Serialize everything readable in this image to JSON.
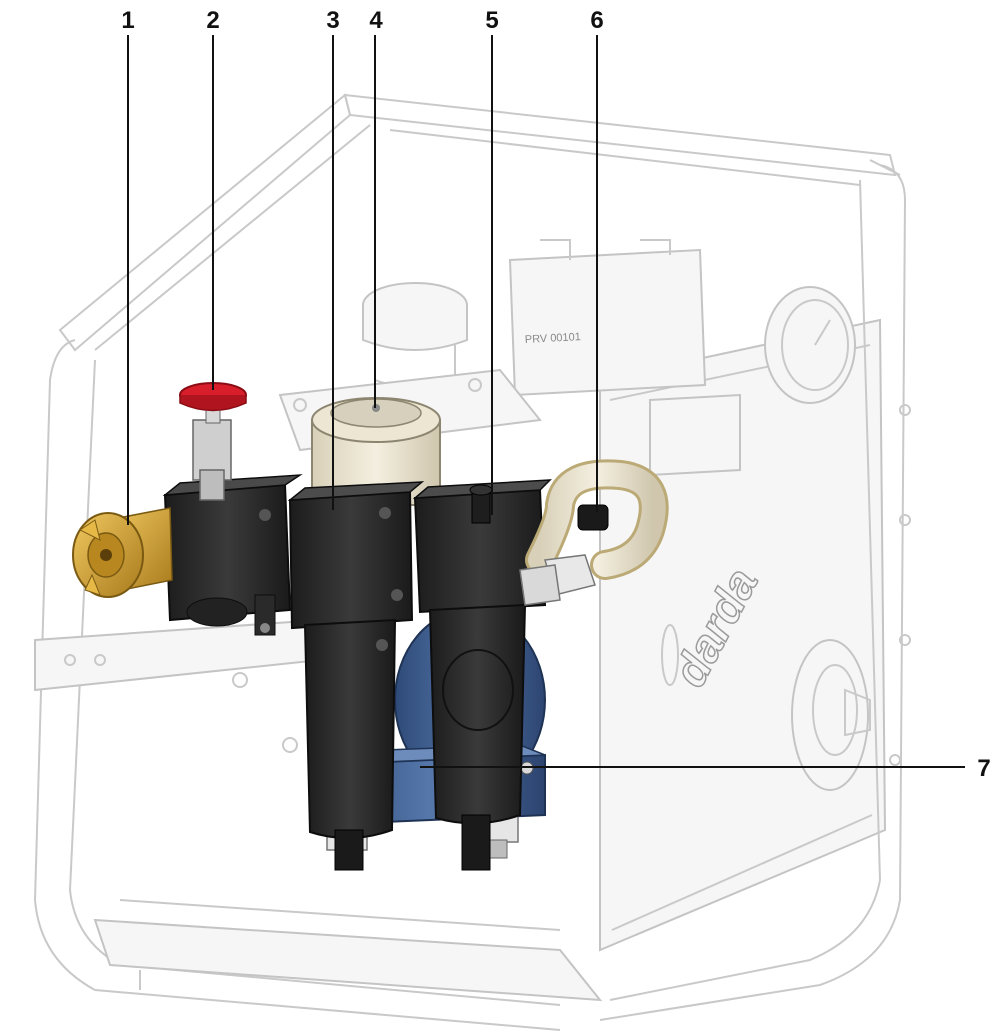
{
  "callouts": [
    {
      "id": "1",
      "label": "1"
    },
    {
      "id": "2",
      "label": "2"
    },
    {
      "id": "3",
      "label": "3"
    },
    {
      "id": "4",
      "label": "4"
    },
    {
      "id": "5",
      "label": "5"
    },
    {
      "id": "6",
      "label": "6"
    },
    {
      "id": "7",
      "label": "7"
    }
  ],
  "plate_text": "PRV 00101",
  "brand_text": "darda",
  "colors": {
    "frame": "#c9c9c9",
    "body_dark": "#2a2a2a",
    "valve_red": "#d81e2a",
    "coupling_brass": "#c99a2e",
    "base_blue": "#3d5c8c",
    "hose": "#e8d7a0",
    "leader": "#111111"
  }
}
